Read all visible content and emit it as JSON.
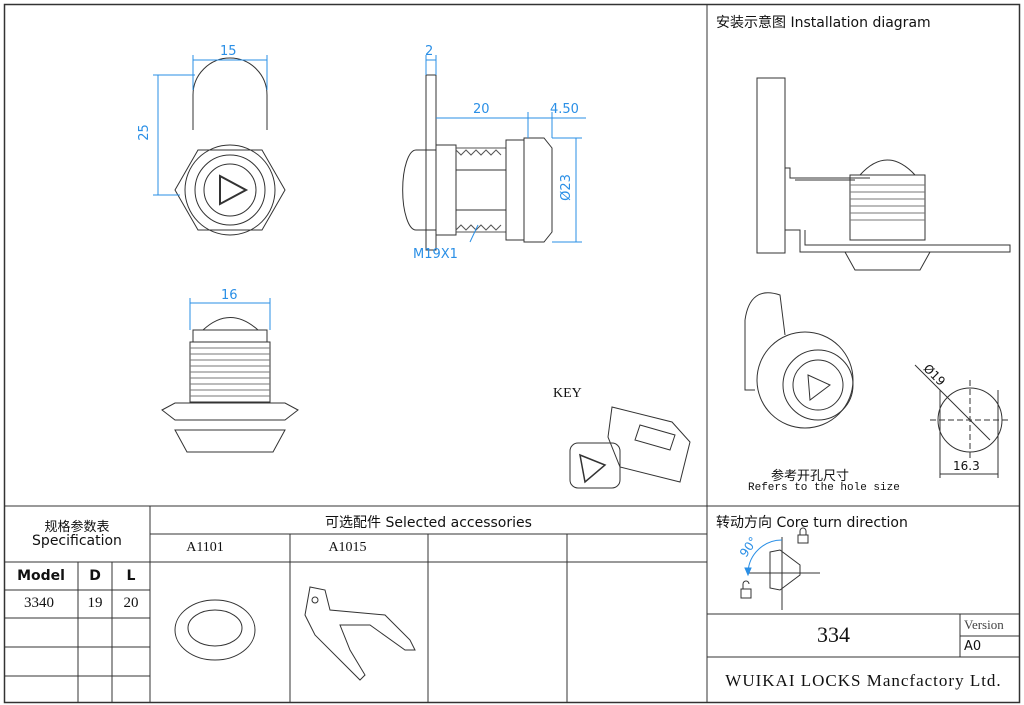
{
  "colors": {
    "dimension": "#2a8fe6",
    "line": "#333333"
  },
  "front_view": {
    "dim_width": "15",
    "dim_height": "25"
  },
  "side_view": {
    "dim_flange": "2",
    "dim_length": "20",
    "dim_head": "4.50",
    "dim_diameter": "Ø23",
    "thread": "M19X1"
  },
  "bottom_view": {
    "dim_width": "16"
  },
  "key": {
    "label": "KEY"
  },
  "installation": {
    "title": "安装示意图 Installation diagram",
    "hole_dim_diameter": "Ø19",
    "hole_dim_width": "16.3",
    "hole_label_cn": "参考开孔尺寸",
    "hole_label_en": "Refers to the hole size"
  },
  "specification": {
    "title_cn": "规格参数表",
    "title_en": "Specification",
    "headers": [
      "Model",
      "D",
      "L"
    ],
    "rows": [
      [
        "3340",
        "19",
        "20"
      ],
      [
        "",
        "",
        ""
      ],
      [
        "",
        "",
        ""
      ],
      [
        "",
        "",
        ""
      ]
    ]
  },
  "accessories": {
    "title": "可选配件 Selected accessories",
    "items": [
      "A1101",
      "A1015",
      "",
      ""
    ]
  },
  "turn_direction": {
    "title": "转动方向 Core turn direction",
    "angle": "90°"
  },
  "title_block": {
    "drawing_number": "334",
    "version_label": "Version",
    "version": "A0",
    "company": "WUIKAI LOCKS Mancfactory Ltd."
  }
}
